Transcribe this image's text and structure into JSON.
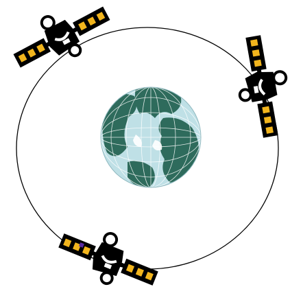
{
  "colors": {
    "background": "#ffffff",
    "orbit": "#000000",
    "ocean": "#bfe0e6",
    "land": "#2e6b5c",
    "grid": "#ffffff",
    "panel_frame": "#000000",
    "panel_cell": "#f2b51d",
    "satellite_body": "#000000",
    "accent": "#5a2aa0"
  },
  "icons": {
    "earth": "globe-icon",
    "satellite": "satellite-icon"
  },
  "satellites": [
    {
      "name": "satellite-top-left"
    },
    {
      "name": "satellite-right"
    },
    {
      "name": "satellite-bottom"
    }
  ]
}
